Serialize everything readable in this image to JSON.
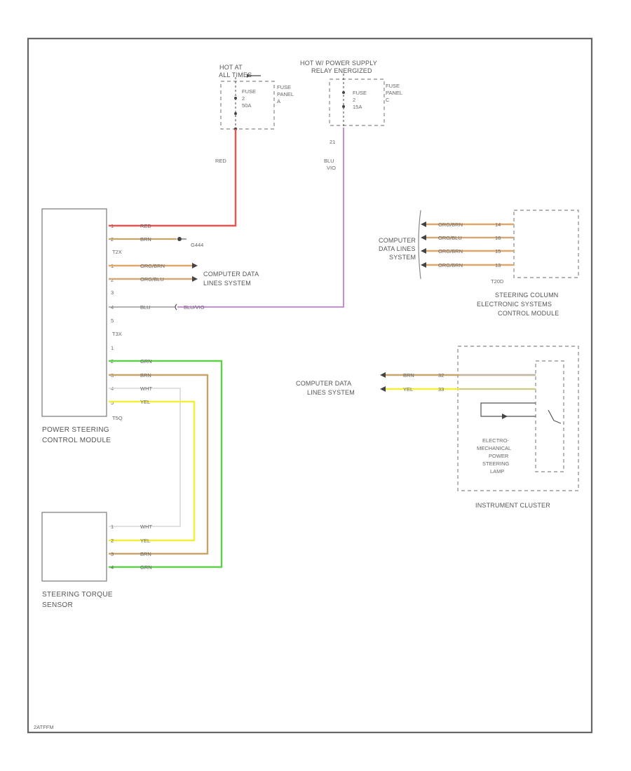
{
  "hot_at_all_times": [
    "HOT AT",
    "ALL TIMES"
  ],
  "hot_relay": [
    "HOT W/ POWER SUPPLY",
    "RELAY ENERGIZED"
  ],
  "fuse_a": {
    "lines": [
      "FUSE",
      "2",
      "50A"
    ],
    "panel": [
      "FUSE",
      "PANEL",
      "A"
    ]
  },
  "fuse_c": {
    "lines": [
      "FUSE",
      "2",
      "15A"
    ],
    "panel": [
      "FUSE",
      "PANEL",
      "C"
    ]
  },
  "wire_red": "RED",
  "wire_blu": [
    "BLU",
    "VIO"
  ],
  "pin_21": "21",
  "psc_module": {
    "label": [
      "POWER STEERING",
      "CONTROL MODULE"
    ],
    "conn_top": "T2X",
    "conn_mid": "T3X",
    "conn_bot": "T5Q",
    "pins": [
      "1",
      "2",
      "1",
      "2",
      "3",
      "4",
      "5",
      "1",
      "2",
      "3",
      "4",
      "5"
    ],
    "wires": [
      "RED",
      "BRN",
      "ORG/BRN",
      "ORG/BLU",
      "BLU",
      "BLU/VIO",
      "GRN",
      "BRN",
      "WHT",
      "YEL"
    ]
  },
  "g444": "G444",
  "cdls_left": [
    "COMPUTER DATA",
    "LINES SYSTEM"
  ],
  "torque_sensor": {
    "label": [
      "STEERING TORQUE",
      "SENSOR"
    ],
    "pins": [
      "1",
      "2",
      "3",
      "4"
    ],
    "wires": [
      "WHT",
      "YEL",
      "BRN",
      "GRN"
    ]
  },
  "steering_column": {
    "label": [
      "STEERING COLUMN",
      "ELECTRONIC SYSTEMS",
      "CONTROL MODULE"
    ],
    "conn": "T20D",
    "cdls": [
      "COMPUTER",
      "DATA LINES",
      "SYSTEM"
    ],
    "wires": [
      "ORG/BRN",
      "ORG/BLU",
      "ORG/BRN",
      "ORG/BRN"
    ],
    "pins": [
      "14",
      "16",
      "15",
      "13"
    ]
  },
  "instrument_cluster": {
    "label": "INSTRUMENT CLUSTER",
    "cdls": [
      "COMPUTER DATA",
      "LINES SYSTEM"
    ],
    "wires": [
      "BRN",
      "YEL"
    ],
    "pins": [
      "32",
      "33"
    ],
    "lamp": [
      "ELECTRO-",
      "MECHANICAL",
      "POWER",
      "STEERING",
      "LAMP"
    ]
  },
  "footer_code": "2ATFFM"
}
